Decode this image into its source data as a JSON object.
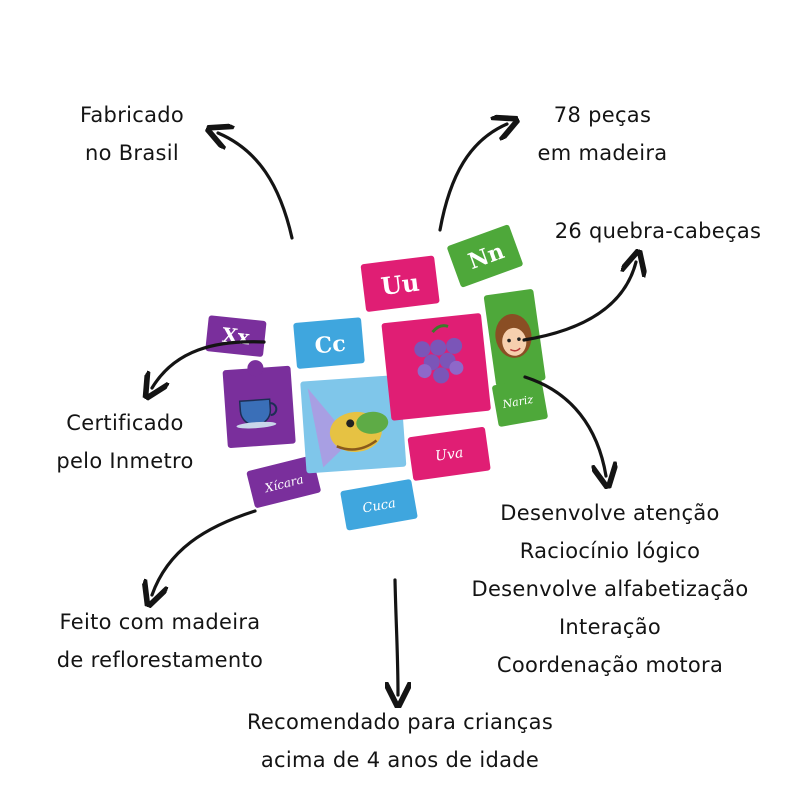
{
  "callouts": {
    "made_in": [
      "Fabricado",
      "no Brasil"
    ],
    "pieces": [
      "78 peças",
      "em madeira"
    ],
    "puzzles": "26 quebra-cabeças",
    "certified": [
      "Certificado",
      "pelo Inmetro"
    ],
    "wood": [
      "Feito com madeira",
      "de reflorestamento"
    ],
    "benefits": [
      "Desenvolve atenção",
      "Raciocínio lógico",
      "Desenvolve alfabetização",
      "Interação",
      "Coordenação motora"
    ],
    "age": [
      "Recomendado para crianças",
      "acima de 4 anos de idade"
    ]
  },
  "puzzle_pieces": {
    "uu": "Uu",
    "nn": "Nn",
    "cc": "Cc",
    "xx": "Xx",
    "uva": "Uva",
    "cuca": "Cuca",
    "xicara": "Xícara",
    "nariz": "Nariz"
  },
  "colors": {
    "pink": "#e01e74",
    "green": "#4ea83a",
    "blue": "#3fa6de",
    "purple": "#7a2f9c",
    "arrow": "#141414"
  }
}
